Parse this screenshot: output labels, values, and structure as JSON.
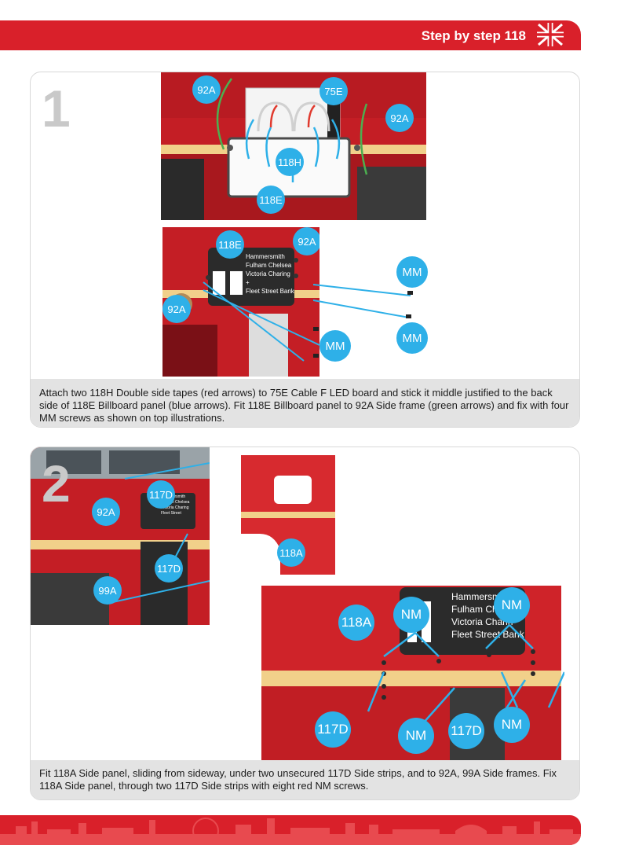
{
  "header": {
    "title": "Step by step 118"
  },
  "steps": [
    {
      "number": "1",
      "caption": "Attach two 118H Double side tapes (red arrows) to 75E Cable F LED board and stick it middle justified to the back side of 118E Billboard panel (blue arrows). Fit 118E Billboard panel to 92A Side frame (green arrows) and fix with four MM screws as shown on top illustrations.",
      "labels": {
        "top_92a_left": "92A",
        "top_75e": "75E",
        "top_92a_right": "92A",
        "top_118h": "118H",
        "top_118e": "118E",
        "mid_118e": "118E",
        "mid_92a_right": "92A",
        "mid_92a_left": "92A",
        "mm_1": "MM",
        "mm_2": "MM",
        "mm_3": "MM"
      },
      "billboard_lines": [
        "Hammersmith",
        "Fulham  Chelsea",
        "Victoria  Charing +",
        "Fleet Street  Bank"
      ]
    },
    {
      "number": "2",
      "caption": "Fit 118A Side panel, sliding from sideway, under two unsecured 117D Side strips, and to 92A, 99A Side frames. Fix 118A Side panel, through two 117D Side strips with eight red NM screws.",
      "labels": {
        "left_92a": "92A",
        "left_117d_top": "117D",
        "left_117d_bottom": "117D",
        "left_99a": "99A",
        "panel_118a": "118A",
        "big_118a": "118A",
        "nm_1": "NM",
        "nm_2": "NM",
        "nm_3": "NM",
        "nm_4": "NM",
        "d117_1": "117D",
        "d117_2": "117D"
      },
      "billboard_lines": [
        "Hammersmith",
        "Fulham  Chel",
        "Victoria  Charin",
        "Fleet Street  Bank"
      ],
      "small_billboard_lines": [
        "Hammersmith",
        "Fulham Chelsea",
        "Victoria Charing",
        "Fleet Street"
      ]
    }
  ]
}
